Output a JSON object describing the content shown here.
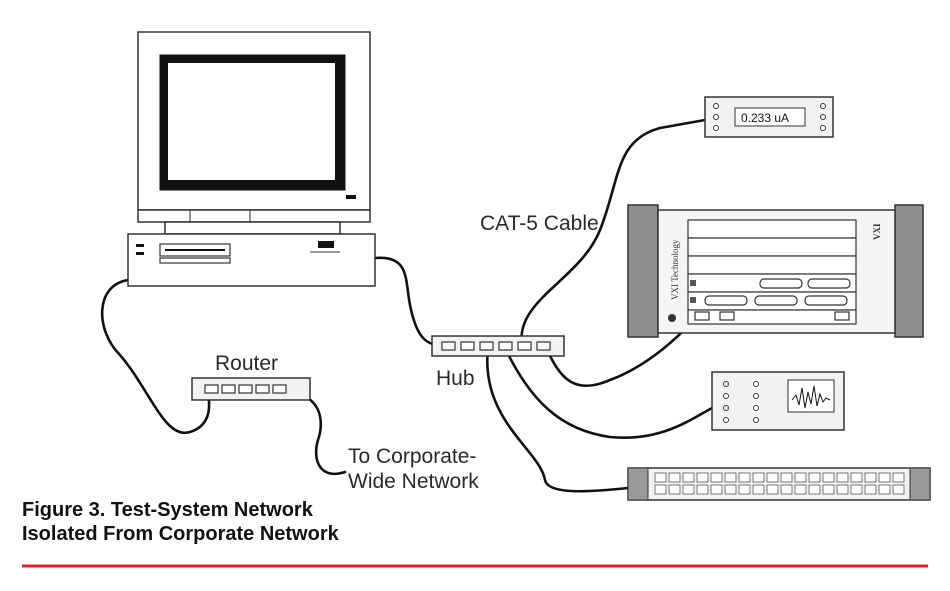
{
  "labels": {
    "router": "Router",
    "hub": "Hub",
    "cable": "CAT-5 Cable",
    "corporate_line1": "To Corporate-",
    "corporate_line2": "Wide Network"
  },
  "caption": {
    "line1": "Figure 3. Test-System Network",
    "line2": "Isolated From Corporate Network"
  },
  "meter": {
    "reading": "0.233 uA"
  },
  "instrument": {
    "vendor_text": "VXI Technology",
    "brand_text": "VXI"
  },
  "colors": {
    "rule": "#e8202a",
    "ink": "#111111"
  }
}
